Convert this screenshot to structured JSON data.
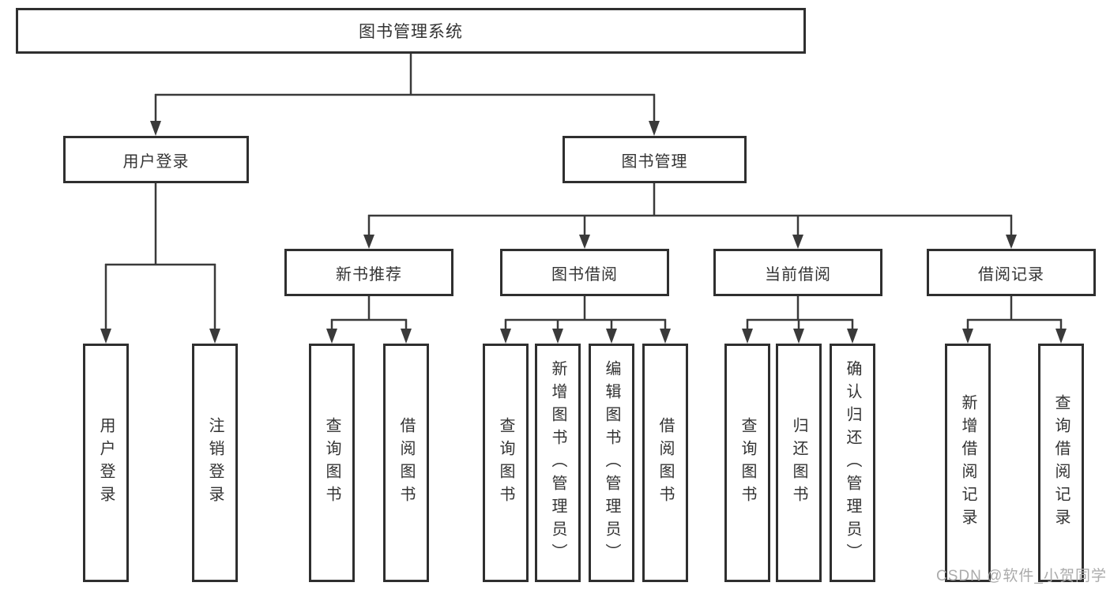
{
  "colors": {
    "line": "#3a3a3a",
    "border": "#2f2f2f",
    "text": "#333333",
    "background": "#ffffff",
    "watermark": "#ababab"
  },
  "tree": {
    "root": {
      "label": "图书管理系统"
    },
    "user_login": {
      "label": "用户登录",
      "children": [
        {
          "label": "用户登录"
        },
        {
          "label": "注销登录"
        }
      ]
    },
    "book_mgmt": {
      "label": "图书管理",
      "sections": {
        "new_book_rec": {
          "label": "新书推荐",
          "children": [
            {
              "label": "查询图书"
            },
            {
              "label": "借阅图书"
            }
          ]
        },
        "book_borrow": {
          "label": "图书借阅",
          "children": [
            {
              "label": "查询图书"
            },
            {
              "label": "新增图书（管理员）"
            },
            {
              "label": "编辑图书（管理员）"
            },
            {
              "label": "借阅图书"
            }
          ]
        },
        "current_borrow": {
          "label": "当前借阅",
          "children": [
            {
              "label": "查询图书"
            },
            {
              "label": "归还图书"
            },
            {
              "label": "确认归还（管理员）"
            }
          ]
        },
        "borrow_records": {
          "label": "借阅记录",
          "children": [
            {
              "label": "新增借阅记录"
            },
            {
              "label": "查询借阅记录"
            }
          ]
        }
      }
    }
  },
  "watermark": {
    "text": "CSDN @软件_小贺同学"
  }
}
